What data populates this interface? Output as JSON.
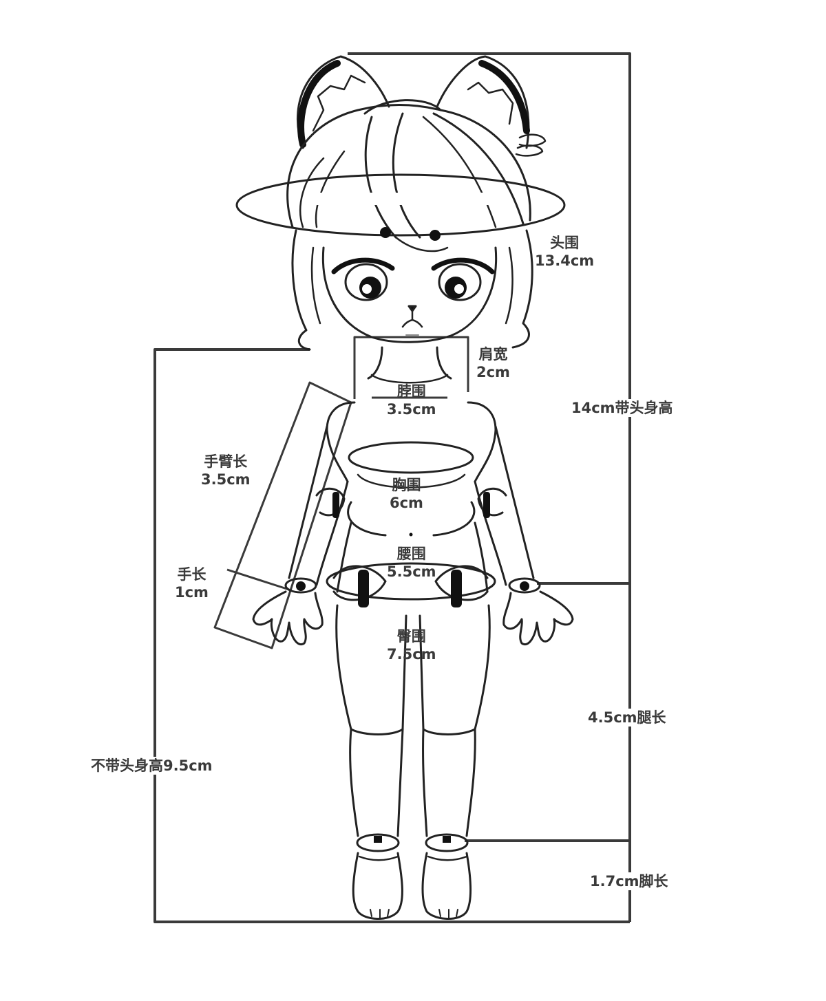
{
  "diagram": {
    "title": "Doll body measurement chart",
    "line_color": "#3a3a3a",
    "measurements": {
      "head_circumference": {
        "name": "头围",
        "value": "13.4cm"
      },
      "shoulder_width": {
        "name": "肩宽",
        "value": "2cm"
      },
      "neck_circumference": {
        "name": "脖围",
        "value": "3.5cm"
      },
      "total_height_with_head": {
        "text": "14cm带头身高"
      },
      "arm_length": {
        "name": "手臂长",
        "value": "3.5cm"
      },
      "chest_circumference": {
        "name": "胸围",
        "value": "6cm"
      },
      "waist_circumference": {
        "name": "腰围",
        "value": "5.5cm"
      },
      "hand_length": {
        "name": "手长",
        "value": "1cm"
      },
      "hip_circumference": {
        "name": "臀围",
        "value": "7.5cm"
      },
      "leg_length": {
        "text": "4.5cm腿长"
      },
      "height_without_head": {
        "text": "不带头身高9.5cm"
      },
      "foot_length": {
        "text": "1.7cm脚长"
      }
    }
  }
}
